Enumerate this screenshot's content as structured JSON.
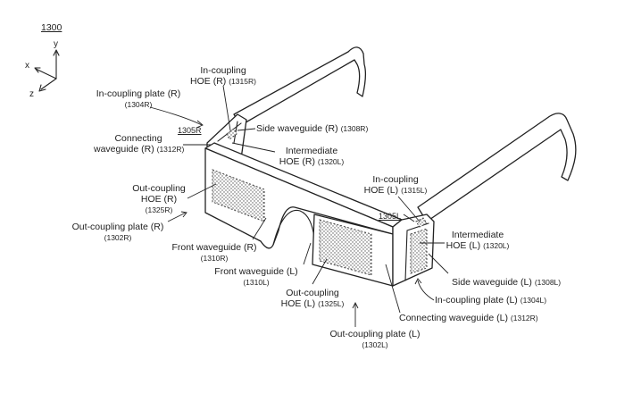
{
  "figure": {
    "number": "1300",
    "axes": {
      "x": "x",
      "y": "y",
      "z": "z"
    }
  },
  "labels": {
    "in_coupling_hoe_r": {
      "line1": "In-coupling",
      "line2": "HOE (R)",
      "ref": "(1315R)"
    },
    "in_coupling_plate_r": {
      "line1": "In-coupling plate (R)",
      "ref": "(1304R)"
    },
    "plate_ref_r": "1305R",
    "side_waveguide_r": {
      "line1": "Side waveguide (R)",
      "ref": "(1308R)"
    },
    "connecting_waveguide_r": {
      "line1": "Connecting",
      "line2": "waveguide (R)",
      "ref": "(1312R)"
    },
    "intermediate_hoe_r": {
      "line1": "Intermediate",
      "line2": "HOE (R)",
      "ref": "(1320L)"
    },
    "out_coupling_hoe_r": {
      "line1": "Out-coupling",
      "line2": "HOE (R)",
      "ref": "(1325R)"
    },
    "out_coupling_plate_r": {
      "line1": "Out-coupling plate (R)",
      "ref": "(1302R)"
    },
    "front_waveguide_r": {
      "line1": "Front waveguide (R)",
      "ref": "(1310R)"
    },
    "front_waveguide_l": {
      "line1": "Front waveguide (L)",
      "ref": "(1310L)"
    },
    "out_coupling_hoe_l": {
      "line1": "Out-coupling",
      "line2": "HOE (L)",
      "ref": "(1325L)"
    },
    "out_coupling_plate_l": {
      "line1": "Out-coupling plate (L)",
      "ref": "(1302L)"
    },
    "connecting_waveguide_l": {
      "line1": "Connecting waveguide (L)",
      "ref": "(1312R)"
    },
    "in_coupling_plate_l": {
      "line1": "In-coupling plate (L)",
      "ref": "(1304L)"
    },
    "side_waveguide_l": {
      "line1": "Side waveguide (L)",
      "ref": "(1308L)"
    },
    "intermediate_hoe_l": {
      "line1": "Intermediate",
      "line2": "HOE (L)",
      "ref": "(1320L)"
    },
    "in_coupling_hoe_l": {
      "line1": "In-coupling",
      "line2": "HOE (L)",
      "ref": "(1315L)"
    },
    "plate_ref_l": "1305L"
  },
  "style": {
    "line_color": "#222222",
    "background": "#ffffff"
  }
}
